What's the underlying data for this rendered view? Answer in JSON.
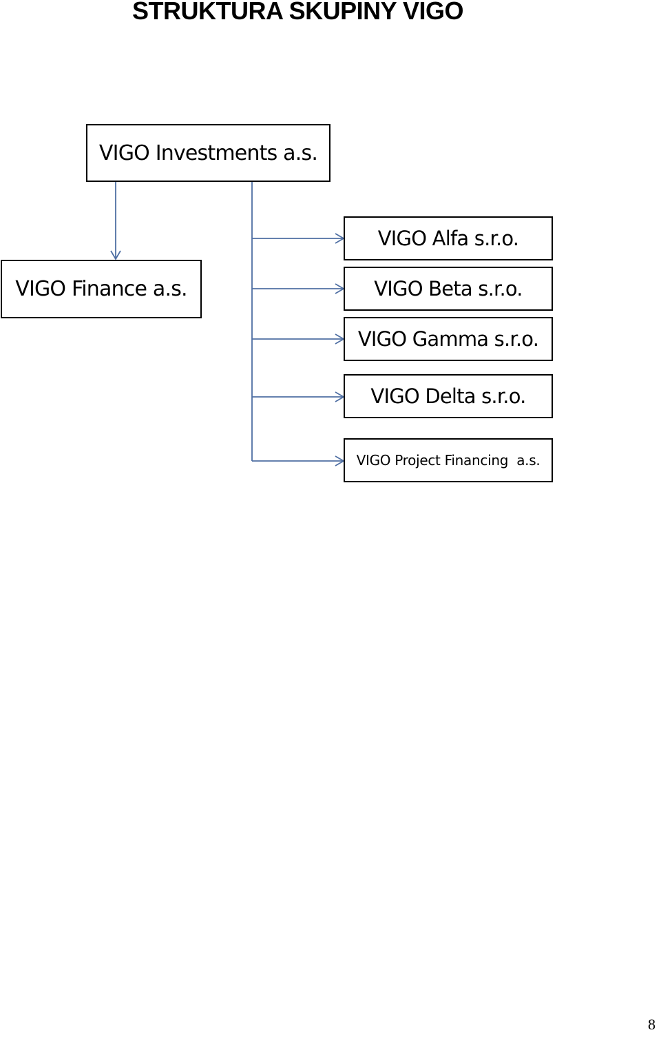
{
  "title": "STRUKTURA SKUPINY VIGO",
  "nodes": {
    "parent": "VIGO Investments a.s.",
    "finance": "VIGO Finance a.s.",
    "alfa": "VIGO Alfa s.r.o.",
    "beta": "VIGO Beta s.r.o.",
    "gamma": "VIGO Gamma s.r.o.",
    "delta": "VIGO Delta s.r.o.",
    "project_financing": "VIGO Project Financing  a.s."
  },
  "colors": {
    "connector": "#4f6fa3",
    "border": "#000000"
  },
  "page_number": "8"
}
